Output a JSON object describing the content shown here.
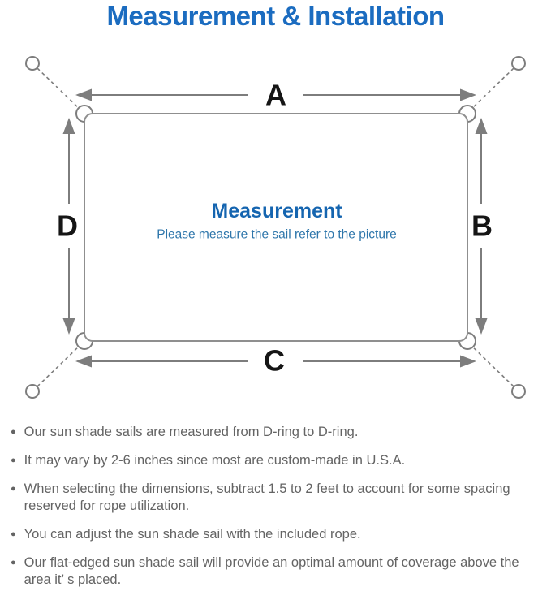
{
  "title": "Measurement & Installation",
  "diagram": {
    "dimension_labels": {
      "top": "A",
      "right": "B",
      "bottom": "C",
      "left": "D"
    },
    "center_heading": "Measurement",
    "center_subtitle": "Please measure the sail refer to the picture"
  },
  "bullet_glyph": "●",
  "notes": [
    "Our sun shade sails are measured from D-ring to D-ring.",
    "It may vary by 2-6 inches since most are custom-made in U.S.A.",
    "When selecting the dimensions, subtract 1.5 to 2 feet to account for some spacing reserved for rope utilization.",
    "You can adjust the sun shade sail with the included rope.",
    "Our flat-edged sun shade sail will provide an optimal amount of coverage above the area it’ s placed."
  ],
  "colors": {
    "title_blue": "#1b6cc0",
    "heading_blue": "#1565b0",
    "subtitle_blue": "#2e76ab",
    "line_gray": "#7d7d7d",
    "rect_gray": "#8f8f8f",
    "label_black": "#151515",
    "text_gray": "#646464"
  }
}
